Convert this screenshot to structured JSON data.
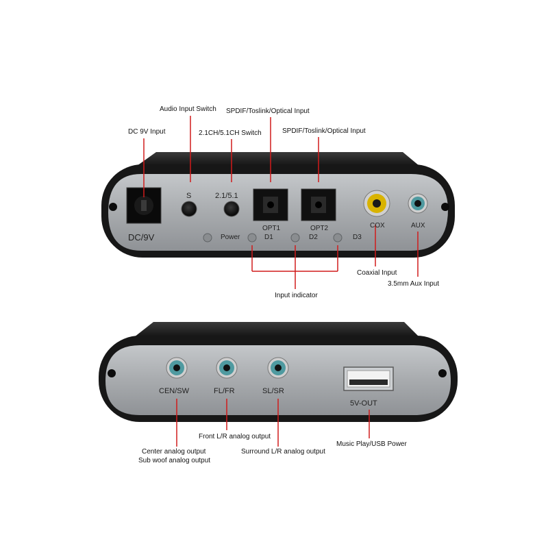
{
  "top_panel": {
    "labels": {
      "dc": "DC/9V",
      "s": "S",
      "ch": "2.1/5.1",
      "opt1": "OPT1",
      "opt2": "OPT2",
      "cox": "COX",
      "aux": "AUX",
      "power": "Power",
      "d1": "D1",
      "d2": "D2",
      "d3": "D3"
    },
    "callouts": {
      "dc_input": "DC 9V Input",
      "audio_switch": "Audio Input Switch",
      "ch_switch": "2.1CH/5.1CH Switch",
      "spdif_1": "SPDIF/Toslink/Optical Input",
      "spdif_2": "SPDIF/Toslink/Optical Input",
      "coaxial": "Coaxial Input",
      "aux_input": "3.5mm Aux  Input",
      "indicator": "Input indicator"
    }
  },
  "bottom_panel": {
    "labels": {
      "cen": "CEN/SW",
      "flfr": "FL/FR",
      "slsr": "SL/SR",
      "usb": "5V-OUT"
    },
    "callouts": {
      "front": "Front L/R analog output",
      "center": "Center analog output",
      "subwoof": "Sub woof analog output",
      "surround": "Surround L/R analog output",
      "usb_power": "Music Play/USB Power"
    }
  },
  "colors": {
    "case": "#1c1c1c",
    "plate": "#a9acaf",
    "leader": "#d11a1a",
    "jack_ring": "#4f9aa0",
    "rca_ring": "#d9b300"
  }
}
